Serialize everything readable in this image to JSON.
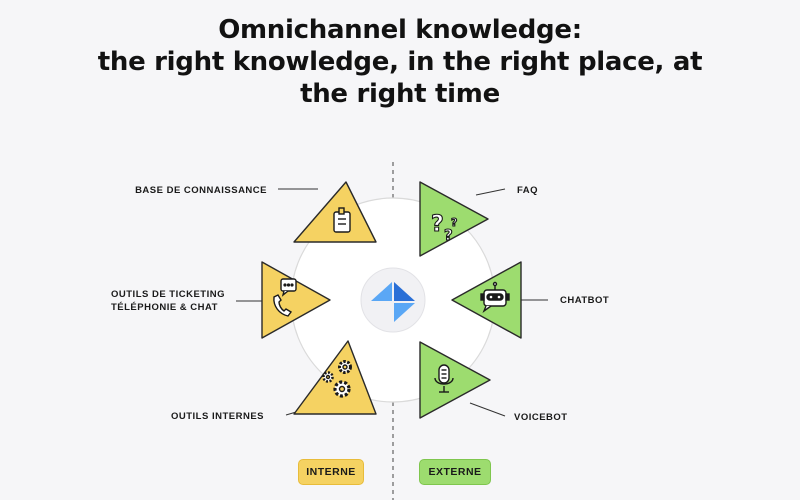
{
  "title": {
    "line1": "Omnichannel knowledge:",
    "line2": "the right knowledge, in the right place, at",
    "line3": "the right time"
  },
  "labels": {
    "base": "BASE DE CONNAISSANCE",
    "ticketing_line1": "OUTILS DE TICKETING",
    "ticketing_line2": "TÉLÉPHONIE & CHAT",
    "internes": "OUTILS INTERNES",
    "faq": "FAQ",
    "chatbot": "CHATBOT",
    "voicebot": "VOICEBOT"
  },
  "badges": {
    "interne": "INTERNE",
    "externe": "EXTERNE"
  },
  "colors": {
    "internal": "#f5d262",
    "external": "#9ddc6f",
    "logo_light": "#5aa7f5",
    "logo_dark": "#2a6fd6"
  },
  "icons": {
    "base": "notebook-icon",
    "ticketing": "phone-chat-icon",
    "internes": "gears-icon",
    "faq": "question-marks-icon",
    "chatbot": "robot-icon",
    "voicebot": "microphone-icon",
    "center": "brand-logo-icon"
  }
}
